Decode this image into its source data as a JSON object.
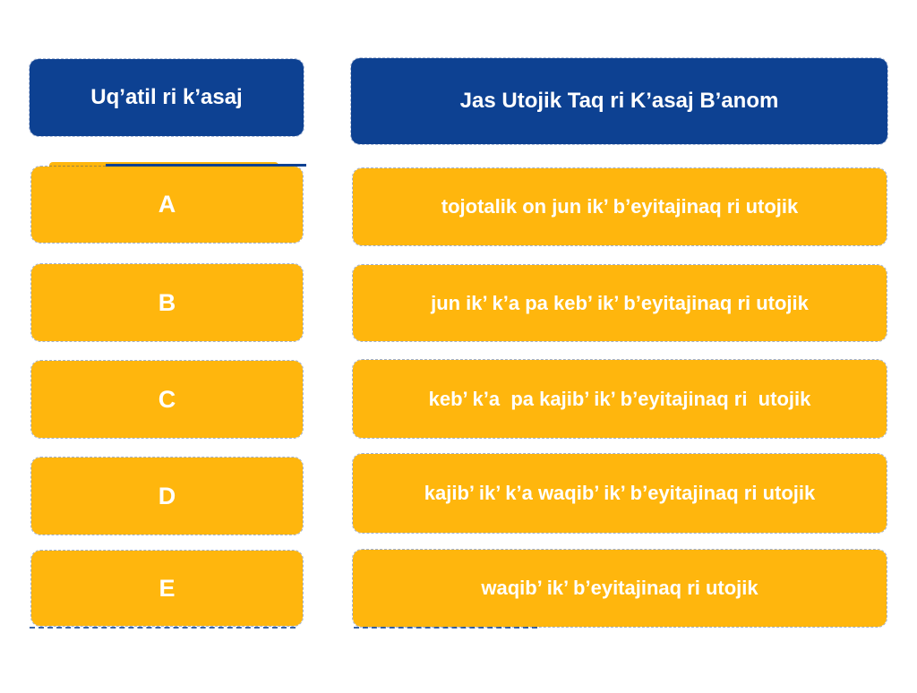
{
  "activity": {
    "colors": {
      "header_blue": "#0d4192",
      "card_yellow": "#ffb60d",
      "text_white": "#ffffff"
    },
    "left_column": {
      "header": "Uq’atil ri k’asaj",
      "options": [
        {
          "label": "A"
        },
        {
          "label": "B"
        },
        {
          "label": "C"
        },
        {
          "label": "D"
        },
        {
          "label": "E"
        }
      ]
    },
    "right_column": {
      "header": "Jas Utojik Taq ri K’asaj B’anom",
      "answers": [
        {
          "text": "tojotalik on jun ik’ b’eyitajinaq ri utojik"
        },
        {
          "text": "jun ik’ k’a pa keb’ ik’ b’eyitajinaq ri utojik"
        },
        {
          "text": "keb’ k’a  pa kajib’ ik’ b’eyitajinaq ri  utojik"
        },
        {
          "text": "kajib’ ik’ k’a waqib’ ik’ b’eyitajinaq ri utojik"
        },
        {
          "text": "waqib’ ik’ b’eyitajinaq ri utojik"
        }
      ]
    }
  }
}
